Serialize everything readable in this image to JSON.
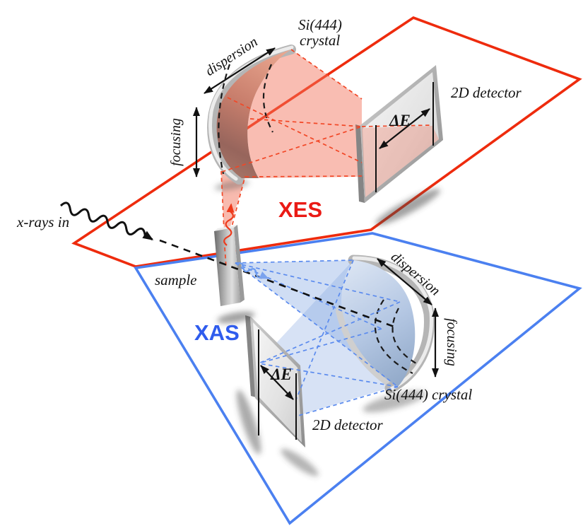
{
  "figure": {
    "background": "#ffffff",
    "source_label": "x-rays in",
    "sample_label": "sample"
  },
  "colors": {
    "xes_accent": "#ee2b0d",
    "xes_title": "#ea1a15",
    "xes_beam": "#f07860",
    "xas_accent": "#4b80f0",
    "xas_title": "#2f5ced",
    "xas_beam": "#82a5e1"
  },
  "xes": {
    "title": "XES",
    "crystal_label_line1": "Si(444)",
    "crystal_label_line2": "crystal",
    "detector_label": "2D detector",
    "dispersion_label": "dispersion",
    "focusing_label": "focusing",
    "energy_spread_label": "ΔE"
  },
  "xas": {
    "title": "XAS",
    "crystal_label": "Si(444) crystal",
    "detector_label": "2D detector",
    "dispersion_label": "dispersion",
    "focusing_label": "focusing",
    "energy_spread_label": "ΔE"
  }
}
